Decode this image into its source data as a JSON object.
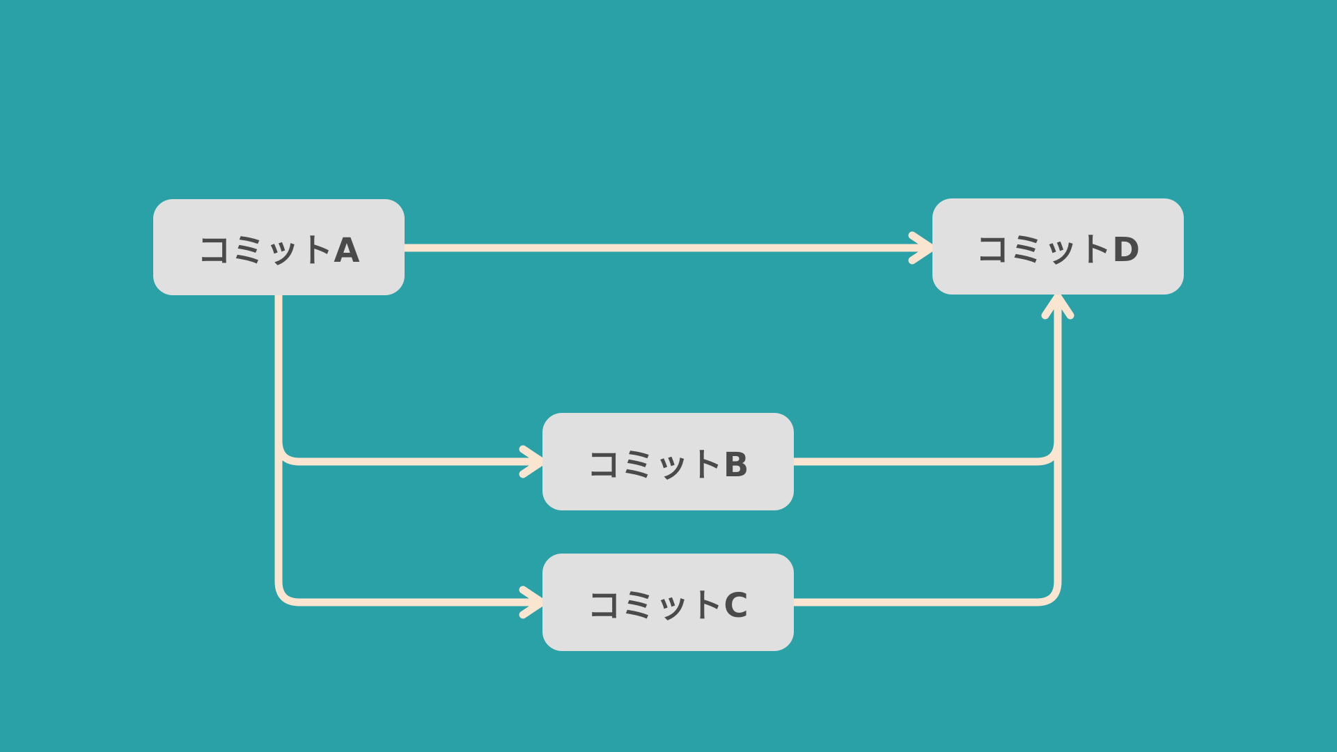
{
  "colors": {
    "bg": "#2AA1A6",
    "edge": "#FAE5D1",
    "node_fill": "#E0E0E0",
    "node_text": "#4A4A4A"
  },
  "diagram": {
    "type": "flowchart",
    "nodes": [
      {
        "id": "A",
        "label": "コミットA"
      },
      {
        "id": "B",
        "label": "コミットB"
      },
      {
        "id": "C",
        "label": "コミットC"
      },
      {
        "id": "D",
        "label": "コミットD"
      }
    ],
    "edges": [
      {
        "from": "コミットA",
        "to": "コミットD"
      },
      {
        "from": "コミットA",
        "to": "コミットB"
      },
      {
        "from": "コミットA",
        "to": "コミットC"
      },
      {
        "from": "コミットB",
        "to": "コミットD"
      },
      {
        "from": "コミットC",
        "to": "コミットD"
      }
    ]
  }
}
